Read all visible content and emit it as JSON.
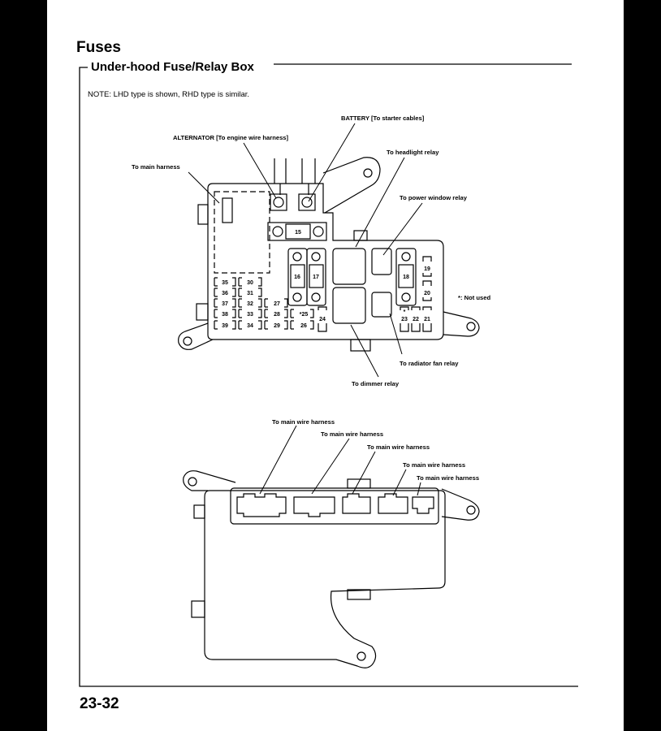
{
  "header": {
    "title": "Fuses",
    "subtitle": "Under-hood Fuse/Relay Box",
    "note": "NOTE:  LHD type is shown, RHD type is similar."
  },
  "diagram_top": {
    "labels": {
      "battery": "BATTERY [To starter cables]",
      "alternator": "ALTERNATOR [To engine wire harness]",
      "main_harness": "To main harness",
      "headlight_relay": "To headlight relay",
      "power_window_relay": "To power window relay",
      "not_used": "*: Not used",
      "radiator_fan_relay": "To radiator fan relay",
      "dimmer_relay": "To dimmer relay"
    },
    "fuses": {
      "f15": "15",
      "f16": "16",
      "f17": "17",
      "f18": "18",
      "f19": "19",
      "f20": "20",
      "f21": "21",
      "f22": "22",
      "f23": "23",
      "f24": "24",
      "f25": "*25",
      "f26": "26",
      "f27": "27",
      "f28": "28",
      "f29": "29",
      "f30": "30",
      "f31": "31",
      "f32": "32",
      "f33": "33",
      "f34": "34",
      "f35": "35",
      "f36": "36",
      "f37": "37",
      "f38": "38",
      "f39": "39",
      "star": "*"
    }
  },
  "diagram_bottom": {
    "labels": [
      "To main wire harness",
      "To main wire harness",
      "To main wire harness",
      "To main wire harness",
      "To main wire harness"
    ]
  },
  "footer": {
    "page_number": "23-32"
  }
}
